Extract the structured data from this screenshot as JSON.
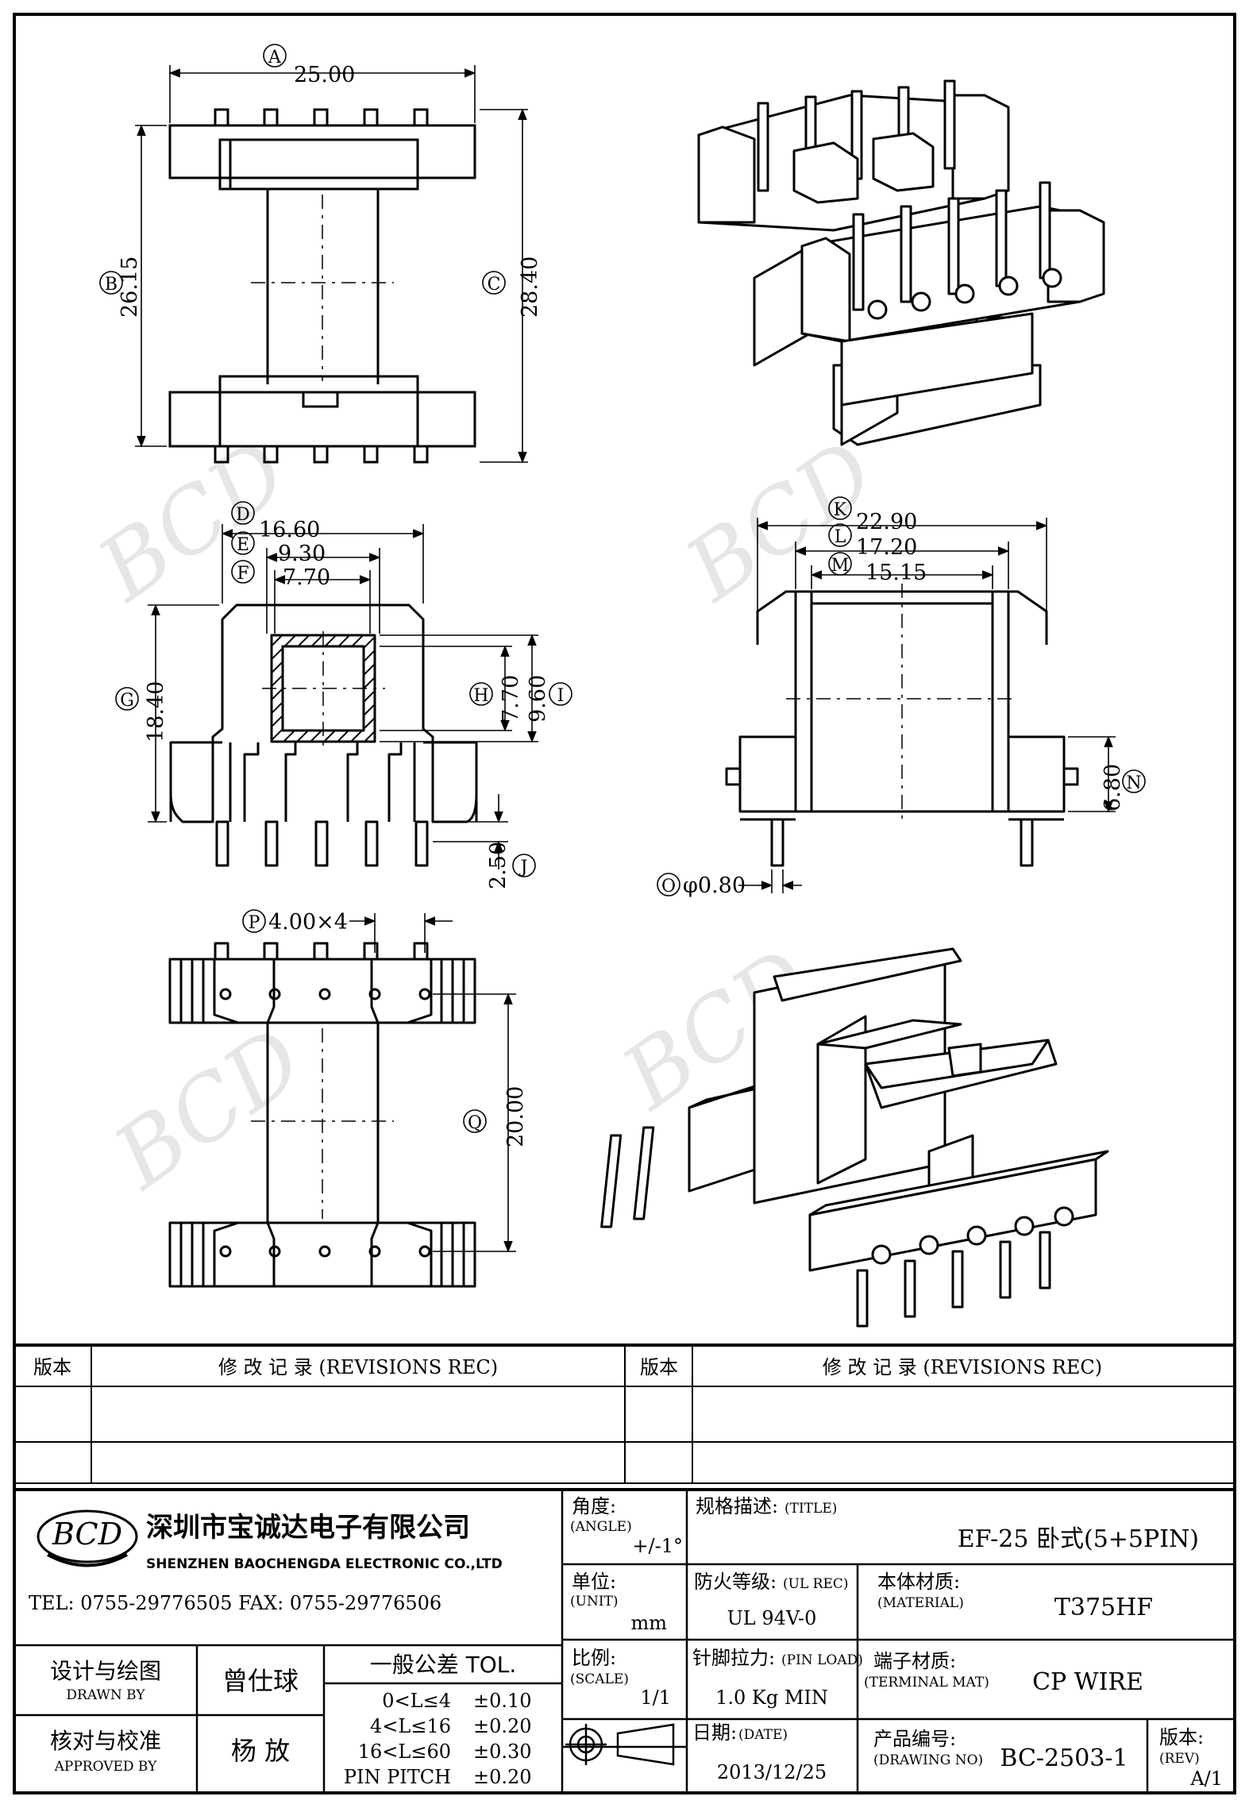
{
  "dimensions": {
    "A": {
      "letter": "A",
      "value": "25.00"
    },
    "B": {
      "letter": "B",
      "value": "26.15"
    },
    "C": {
      "letter": "C",
      "value": "28.40"
    },
    "D": {
      "letter": "D",
      "value": "16.60"
    },
    "E": {
      "letter": "E",
      "value": "9.30"
    },
    "F": {
      "letter": "F",
      "value": "7.70"
    },
    "G": {
      "letter": "G",
      "value": "18.40"
    },
    "H": {
      "letter": "H",
      "value": "7.70"
    },
    "I": {
      "letter": "I",
      "value": "9.60"
    },
    "J": {
      "letter": "J",
      "value": "2.50"
    },
    "K": {
      "letter": "K",
      "value": "22.90"
    },
    "L": {
      "letter": "L",
      "value": "17.20"
    },
    "M": {
      "letter": "M",
      "value": "15.15"
    },
    "N": {
      "letter": "N",
      "value": "6.80"
    },
    "O": {
      "letter": "O",
      "value": "φ0.80"
    },
    "P": {
      "letter": "P",
      "value": "4.00×4"
    },
    "Q": {
      "letter": "Q",
      "value": "20.00"
    }
  },
  "watermark": "BCD",
  "revisions": {
    "header_left_rev": "版本",
    "header_left_text": "修  改  记  录  (REVISIONS REC)",
    "header_right_rev": "版本",
    "header_right_text": "修  改  记  录  (REVISIONS REC)"
  },
  "company": {
    "logo_text": "BCD",
    "name_cn": "深圳市宝诚达电子有限公司",
    "name_en": "SHENZHEN BAOCHENGDA ELECTRONIC CO.,LTD",
    "contact": "TEL: 0755-29776505  FAX: 0755-29776506"
  },
  "title_block": {
    "angle_label": "角度:",
    "angle_label_en": "(ANGLE)",
    "angle_value": "+/-1°",
    "title_label": "规格描述:",
    "title_label_en": "(TITLE)",
    "title_value": "EF-25 卧式(5+5PIN)",
    "unit_label": "单位:",
    "unit_label_en": "(UNIT)",
    "unit_value": "mm",
    "ul_label": "防火等级:",
    "ul_label_en": "(UL REC)",
    "ul_value": "UL 94V-0",
    "material_label": "本体材质:",
    "material_label_en": "(MATERIAL)",
    "material_value": "T375HF",
    "drawn_label": "设计与绘图",
    "drawn_label_en": "DRAWN BY",
    "drawn_name": "曾仕球",
    "tol_title": "一般公差  TOL.",
    "tol_rows": [
      {
        "range": "0<L≤4",
        "value": "±0.10"
      },
      {
        "range": "4<L≤16",
        "value": "±0.20"
      },
      {
        "range": "16<L≤60",
        "value": "±0.30"
      },
      {
        "range": "PIN PITCH",
        "value": "±0.20"
      }
    ],
    "scale_label": "比例:",
    "scale_label_en": "(SCALE)",
    "scale_value": "1/1",
    "pin_load_label": "针脚拉力:",
    "pin_load_label_en": "(PIN LOAD)",
    "pin_load_value": "1.0 Kg MIN",
    "terminal_label": "端子材质:",
    "terminal_label_en": "(TERMINAL MAT)",
    "terminal_value": "CP WIRE",
    "approved_label": "核对与校准",
    "approved_label_en": "APPROVED BY",
    "approved_name": "杨  放",
    "date_label": "日期:",
    "date_label_en": "(DATE)",
    "date_value": "2013/12/25",
    "drawing_no_label": "产品编号:",
    "drawing_no_label_en": "(DRAWING NO)",
    "drawing_no_value": "BC-2503-1",
    "rev_label": "版本:",
    "rev_label_en": "(REV)",
    "rev_value": "A/1"
  }
}
